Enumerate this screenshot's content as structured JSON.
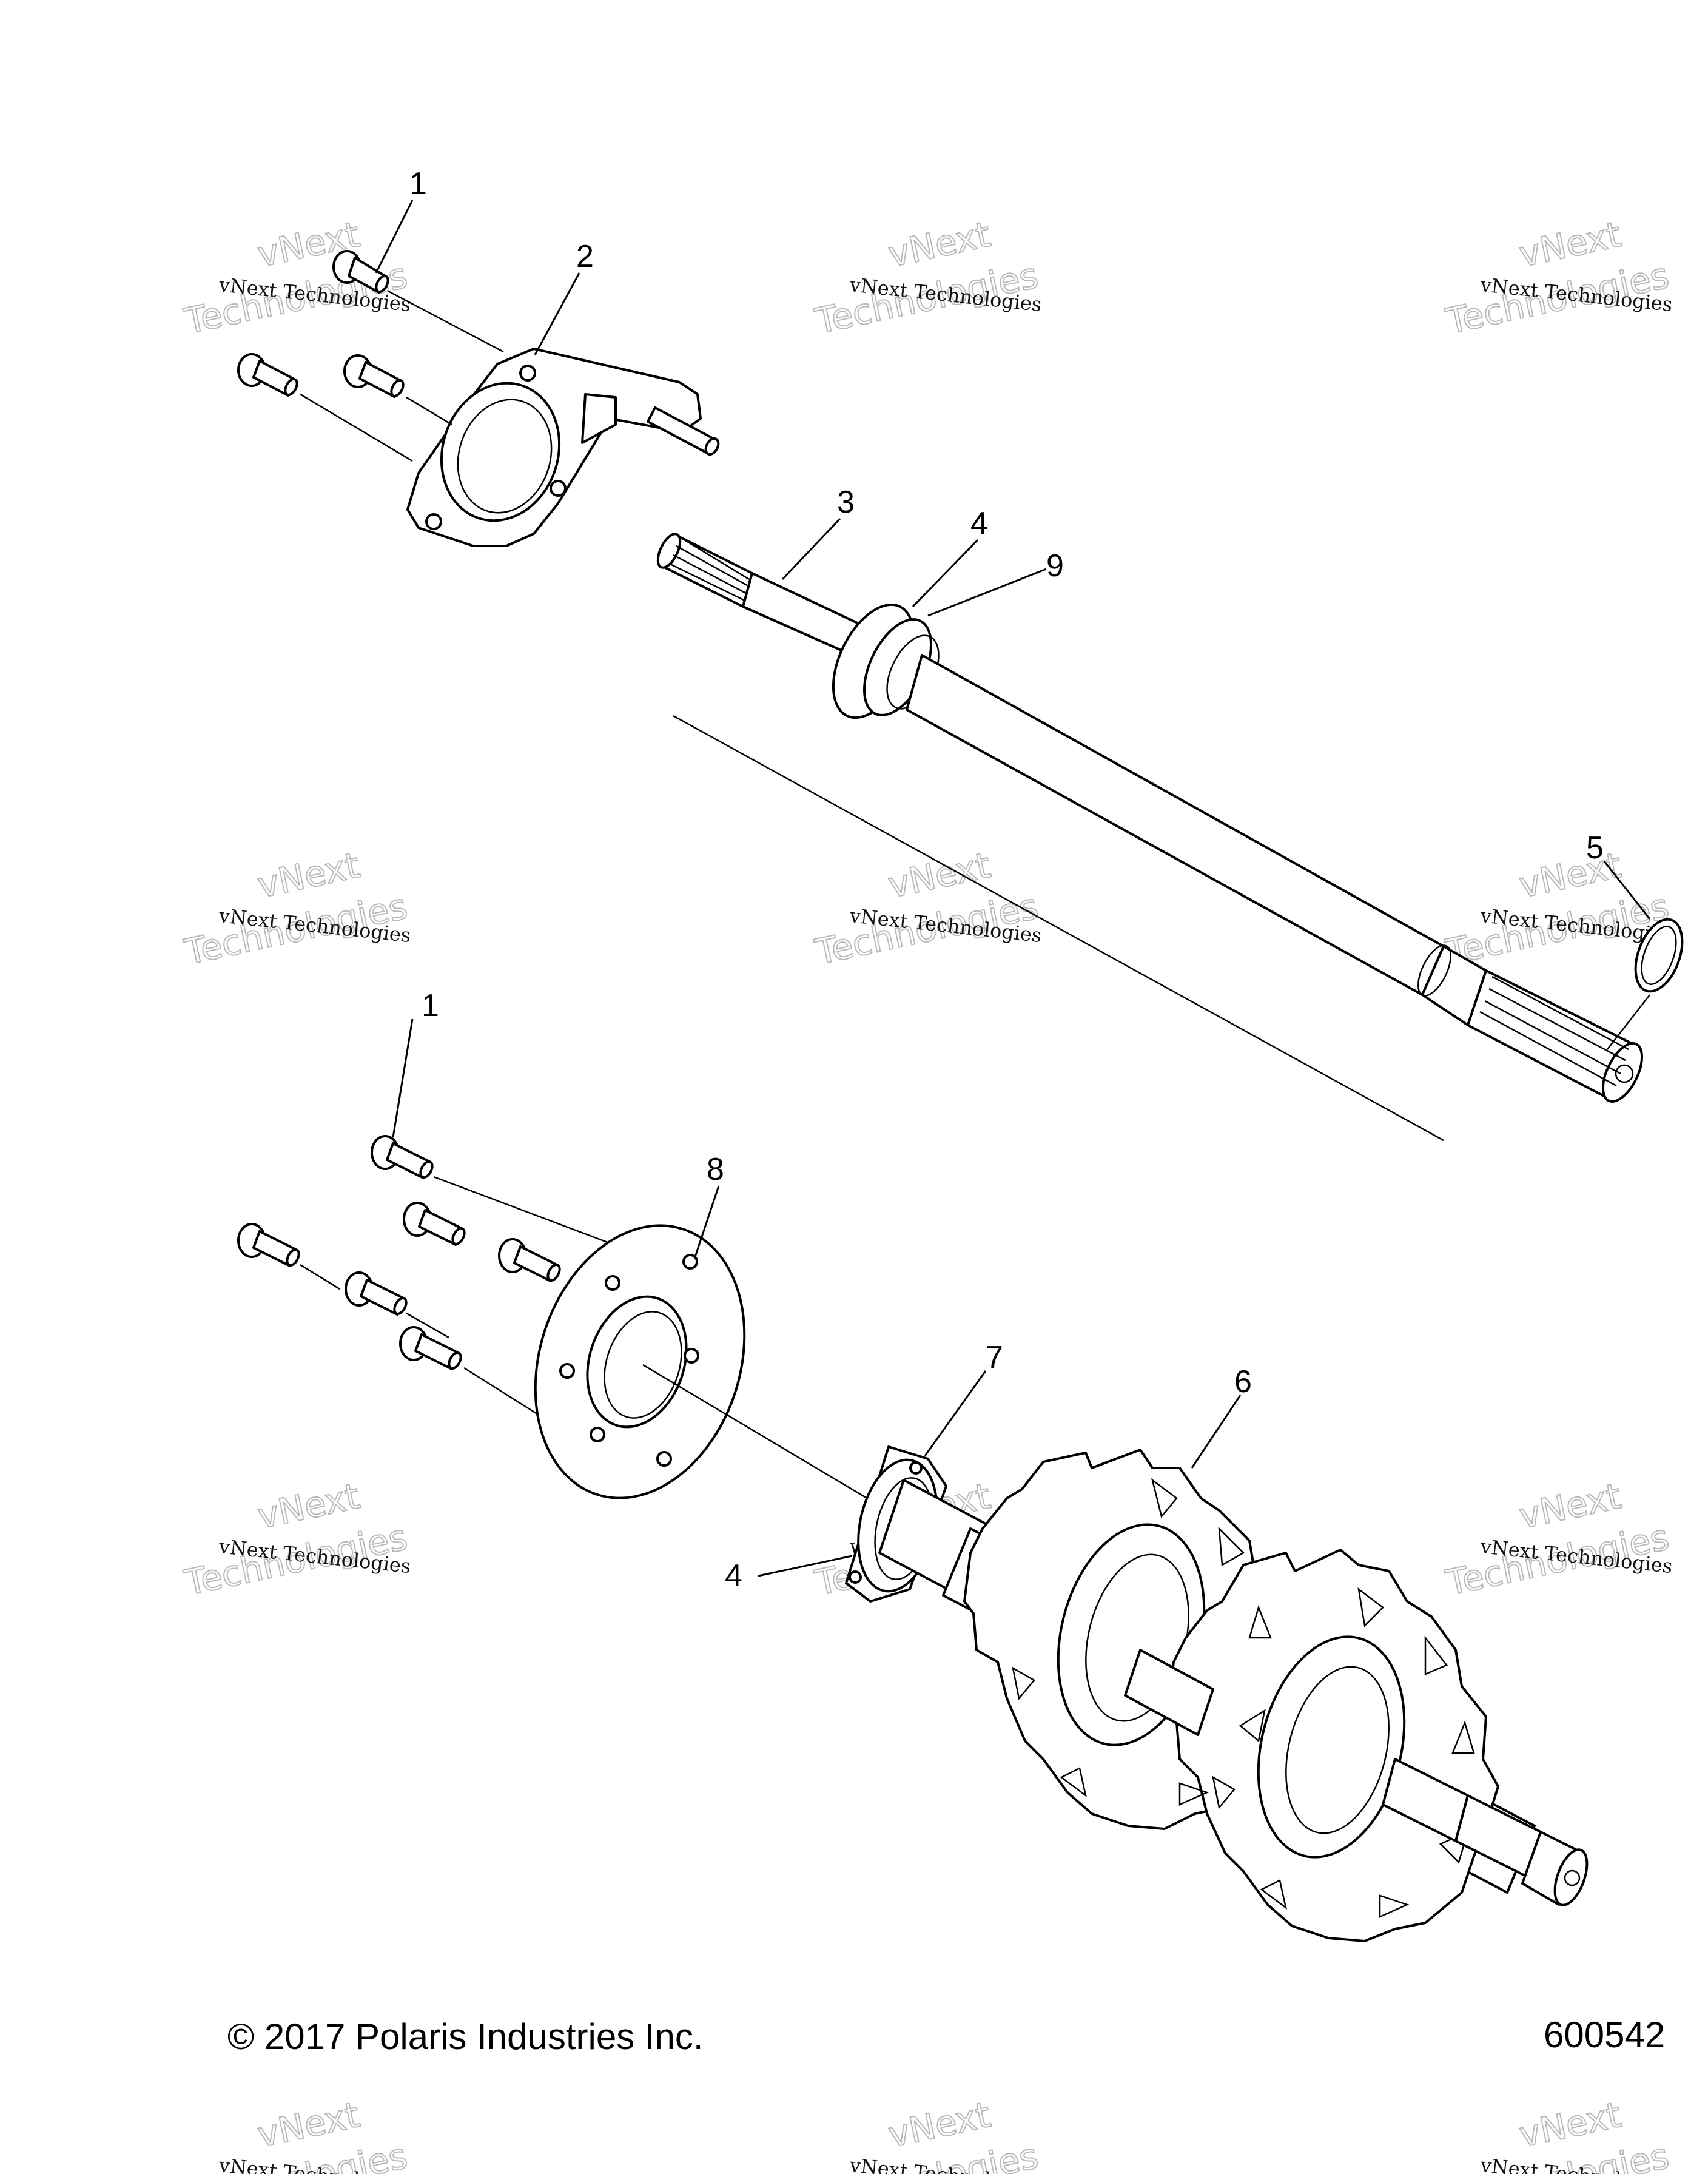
{
  "callouts": {
    "c1_top": "1",
    "c2": "2",
    "c3": "3",
    "c4_top": "4",
    "c9": "9",
    "c5": "5",
    "c1_bottom": "1",
    "c8": "8",
    "c7": "7",
    "c6": "6",
    "c4_bottom": "4"
  },
  "watermark": {
    "line1": "vNext Technologies",
    "line2": "Technologies",
    "line3": "vNext"
  },
  "footer": {
    "copyright": "© 2017 Polaris Industries Inc.",
    "figure_number": "600542"
  }
}
